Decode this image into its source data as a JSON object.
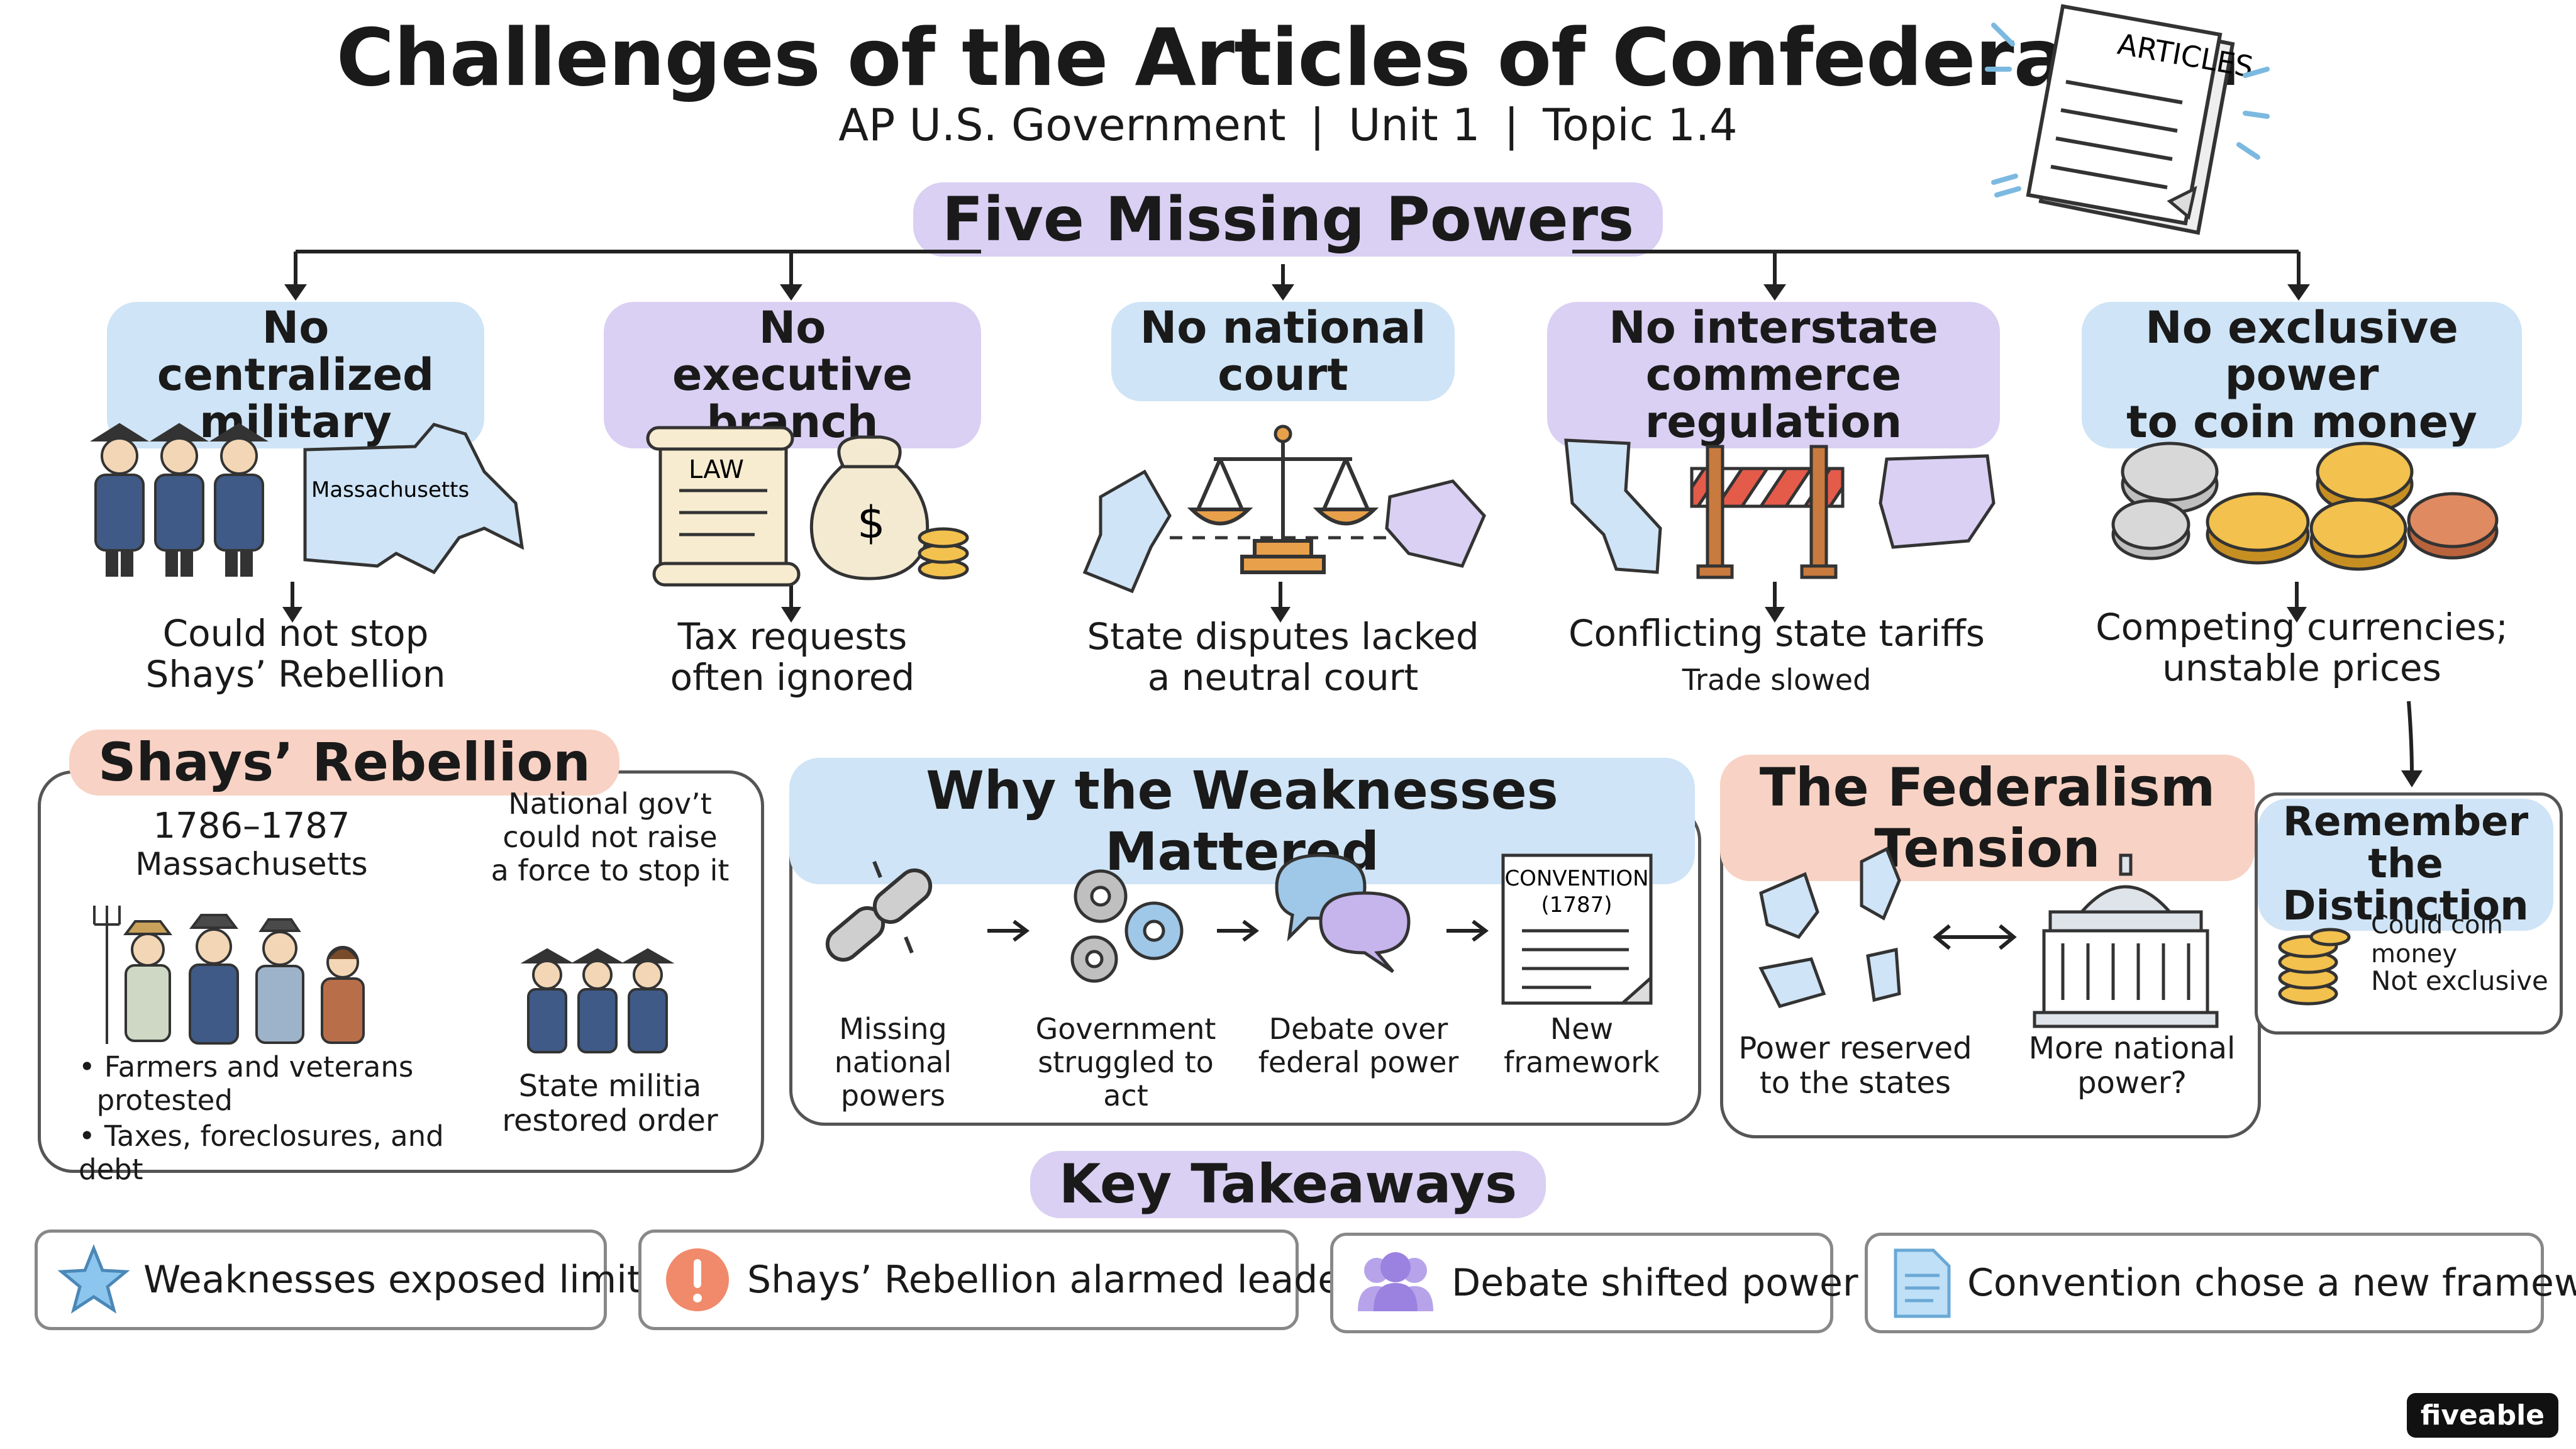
{
  "header": {
    "title": "Challenges of the Articles of Confederation",
    "subtitle_course": "AP U.S. Government",
    "subtitle_sep": "|",
    "subtitle_unit": "Unit 1",
    "subtitle_topic": "Topic 1.4",
    "document_label": "ARTICLES"
  },
  "missing_powers": {
    "title": "Five Missing Powers",
    "items": [
      {
        "label_line1": "No centralized",
        "label_line2": "military",
        "map_label": "Massachusetts",
        "result_line1": "Could not stop",
        "result_line2": "Shays’ Rebellion"
      },
      {
        "label_line1": "No executive",
        "label_line2": "branch",
        "scroll_label": "LAW",
        "bag_symbol": "$",
        "result_line1": "Tax requests",
        "result_line2": "often ignored"
      },
      {
        "label_line1": "No national",
        "label_line2": "court",
        "result_line1": "State disputes lacked",
        "result_line2": "a neutral court"
      },
      {
        "label_line1": "No interstate",
        "label_line2": "commerce regulation",
        "result_line1": "Conflicting state tariffs",
        "result_note": "Trade slowed"
      },
      {
        "label_line1": "No exclusive power",
        "label_line2": "to coin money",
        "result_line1": "Competing currencies;",
        "result_line2": "unstable prices"
      }
    ]
  },
  "shays": {
    "title": "Shays’ Rebellion",
    "years": "1786–1787",
    "place": "Massachusetts",
    "note_line1": "National gov’t",
    "note_line2": "could not raise",
    "note_line3": "a force to stop it",
    "bullet1_line1": "Farmers and veterans",
    "bullet1_line2": "protested",
    "bullet2": "Taxes, foreclosures, and debt",
    "militia_line1": "State militia",
    "militia_line2": "restored order"
  },
  "why": {
    "title": "Why the Weaknesses Mattered",
    "steps": [
      {
        "line1": "Missing",
        "line2": "national powers"
      },
      {
        "line1": "Government",
        "line2": "struggled to act"
      },
      {
        "line1": "Debate over",
        "line2": "federal power"
      },
      {
        "line1": "New framework",
        "line2": ""
      }
    ],
    "doc_line1": "CONVENTION",
    "doc_line2": "(1787)"
  },
  "federalism": {
    "title": "The Federalism Tension",
    "left_line1": "Power reserved",
    "left_line2": "to the states",
    "right_line1": "More national",
    "right_line2": "power?"
  },
  "remember": {
    "title_line1": "Remember the",
    "title_line2": "Distinction",
    "item1": "Could coin money",
    "item2": "Not exclusive"
  },
  "takeaways": {
    "title": "Key Takeaways",
    "items": [
      {
        "icon": "star-icon",
        "text": "Weaknesses exposed limits"
      },
      {
        "icon": "exclamation-icon",
        "text": "Shays’ Rebellion alarmed leaders"
      },
      {
        "icon": "people-icon",
        "text": "Debate shifted power"
      },
      {
        "icon": "document-icon",
        "text": "Convention chose a new framework"
      }
    ]
  },
  "brand": "fiveable",
  "colors": {
    "purple": "#d9d0f3",
    "blue": "#cfe4f6",
    "peach": "#f8d2c4",
    "gold": "#f2c14e",
    "navy": "#3f5a86"
  }
}
